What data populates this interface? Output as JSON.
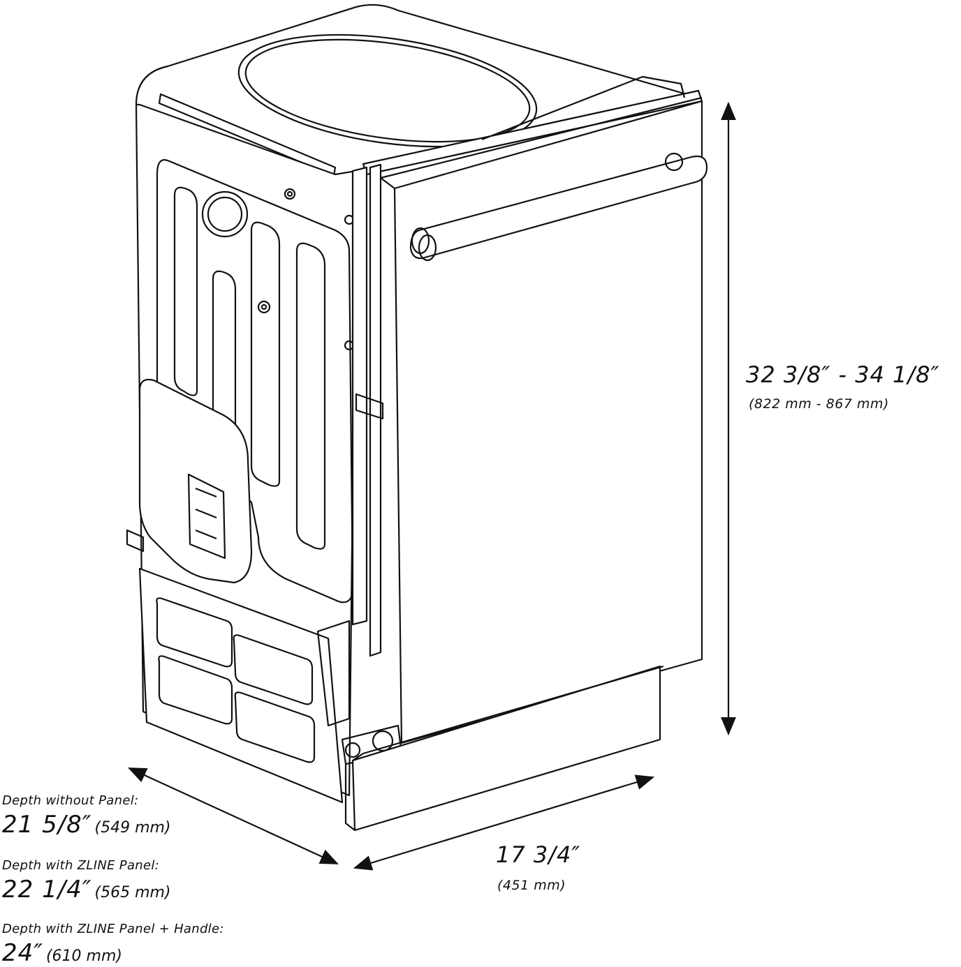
{
  "dimensions": {
    "height": {
      "value": "32 3/8″ - 34 1/8″",
      "metric": "(822 mm - 867 mm)"
    },
    "width": {
      "value": "17 3/4″",
      "metric": "(451 mm)"
    },
    "depths": [
      {
        "caption": "Depth without Panel:",
        "value": "21 5/8″",
        "metric": "(549 mm)"
      },
      {
        "caption": "Depth with ZLINE Panel:",
        "value": "22 1/4″",
        "metric": "(565 mm)"
      },
      {
        "caption": "Depth with ZLINE Panel + Handle:",
        "value": "24″",
        "metric": "(610 mm)"
      }
    ]
  }
}
